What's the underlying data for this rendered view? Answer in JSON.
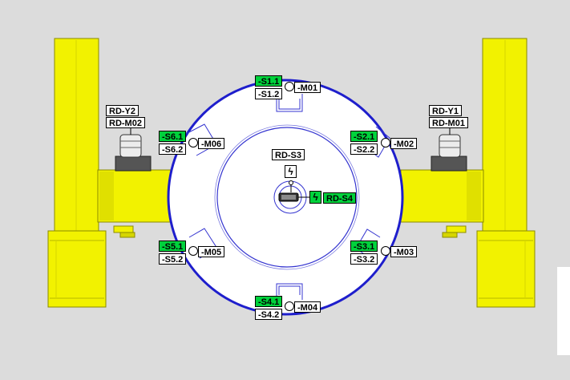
{
  "colors": {
    "background": "#dcdcdc",
    "yellow": "#f2f200",
    "yellow_dark": "#b8b800",
    "active_green": "#00d23c",
    "drum_outline": "#1e1ecc",
    "drum_fill": "#ffffff"
  },
  "valves": {
    "left": {
      "line1": "RD-Y2",
      "line2": "RD-M02"
    },
    "right": {
      "line1": "RD-Y1",
      "line2": "RD-M01"
    }
  },
  "center": {
    "top_label": "RD-S3",
    "sensor_label": "RD-S4",
    "bolt_icon": "lightning-bolt-icon"
  },
  "stations": [
    {
      "id": "s1",
      "sensor_on": "-S1.1",
      "sensor_off": "-S1.2",
      "motor": "-M01"
    },
    {
      "id": "s2",
      "sensor_on": "-S2.1",
      "sensor_off": "-S2.2",
      "motor": "-M02"
    },
    {
      "id": "s3",
      "sensor_on": "-S3.1",
      "sensor_off": "-S3.2",
      "motor": "-M03"
    },
    {
      "id": "s4",
      "sensor_on": "-S4.1",
      "sensor_off": "-S4.2",
      "motor": "-M04"
    },
    {
      "id": "s5",
      "sensor_on": "-S5.1",
      "sensor_off": "-S5.2",
      "motor": "-M05"
    },
    {
      "id": "s6",
      "sensor_on": "-S6.1",
      "sensor_off": "-S6.2",
      "motor": "-M06"
    }
  ]
}
